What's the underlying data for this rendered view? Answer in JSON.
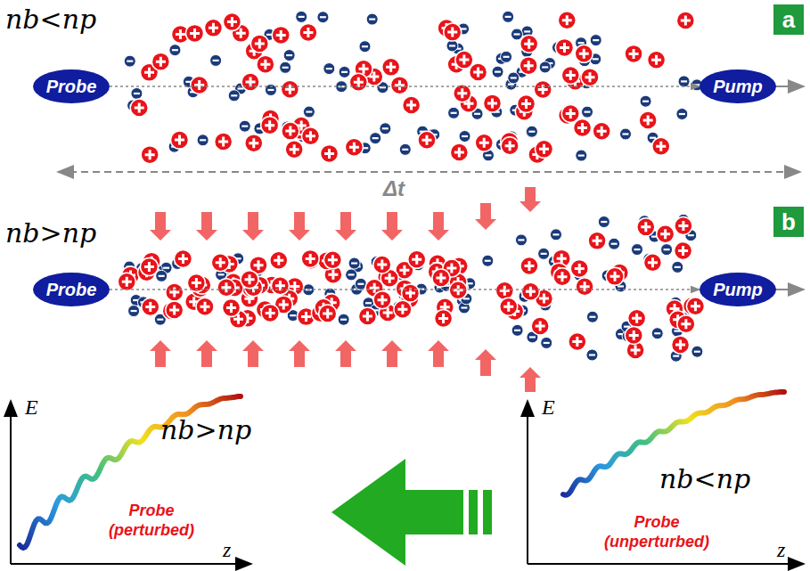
{
  "diagram": {
    "nodes": [
      {
        "text": [
          "Probe"
        ]
      },
      {
        "text": [
          "Pump"
        ]
      },
      {
        "text": [
          "a"
        ]
      },
      {
        "text": [
          "Probe"
        ]
      },
      {
        "text": [
          "Pump"
        ]
      },
      {
        "text": [
          "b"
        ]
      }
    ],
    "edges": [
      {
        "from": 0,
        "to": 1,
        "arrow": "to"
      },
      {
        "from": 3,
        "to": 4,
        "arrow": "to"
      }
    ],
    "labels": [
      "nb<np",
      "Δt",
      "nb>np",
      "E",
      "z",
      "nb>np",
      "Probe (perturbed)",
      "E",
      "z",
      "nb<np",
      "Probe (unperturbed)"
    ]
  }
}
